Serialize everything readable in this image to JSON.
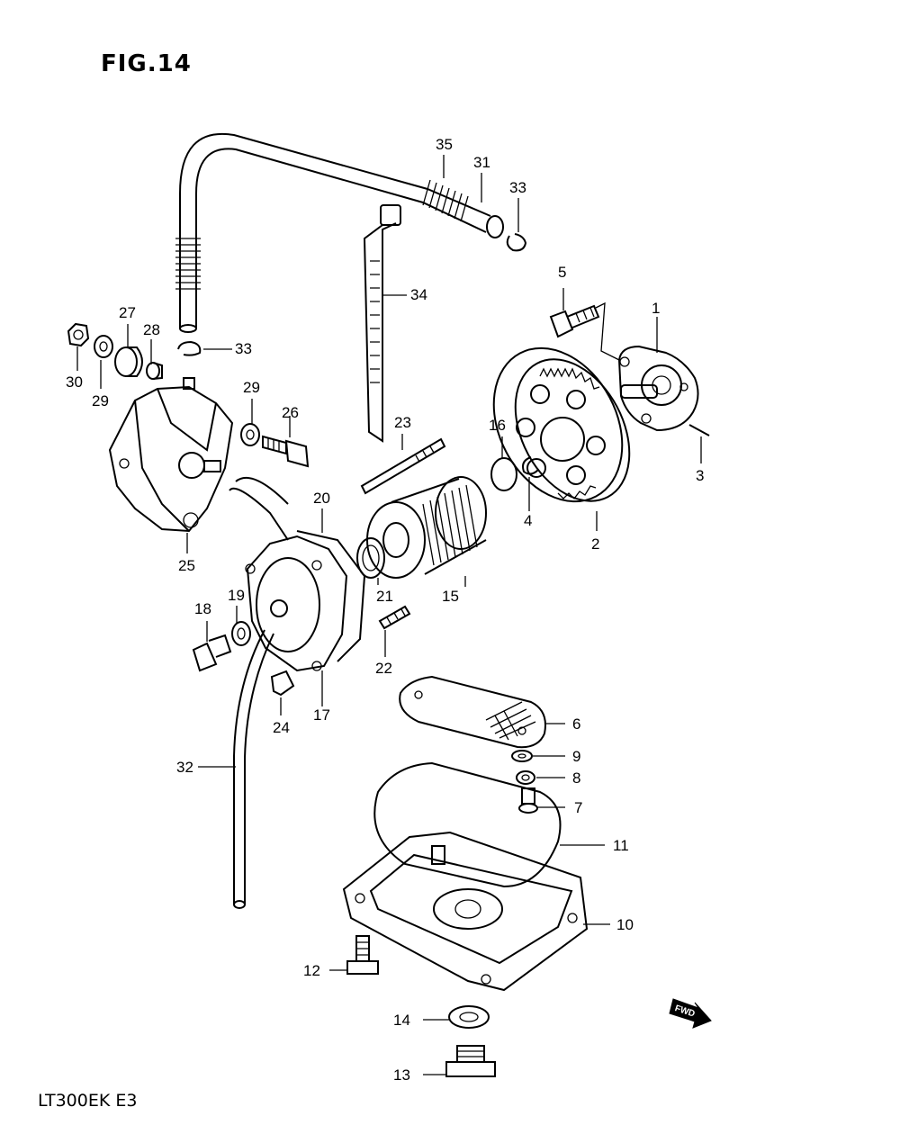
{
  "figure_title": "FIG.14",
  "model_code": "LT300EK  E3",
  "fwd_label": "FWD",
  "callouts": {
    "c1": "1",
    "c2": "2",
    "c3": "3",
    "c4": "4",
    "c5": "5",
    "c6": "6",
    "c7": "7",
    "c8": "8",
    "c9": "9",
    "c10": "10",
    "c11": "11",
    "c12": "12",
    "c13": "13",
    "c14": "14",
    "c15": "15",
    "c16": "16",
    "c17": "17",
    "c18": "18",
    "c19": "19",
    "c20": "20",
    "c21": "21",
    "c22": "22",
    "c23": "23",
    "c24": "24",
    "c25": "25",
    "c26": "26",
    "c27": "27",
    "c28": "28",
    "c29a": "29",
    "c29b": "29",
    "c30": "30",
    "c31": "31",
    "c32": "32",
    "c33a": "33",
    "c33b": "33",
    "c34": "34",
    "c35": "35"
  }
}
